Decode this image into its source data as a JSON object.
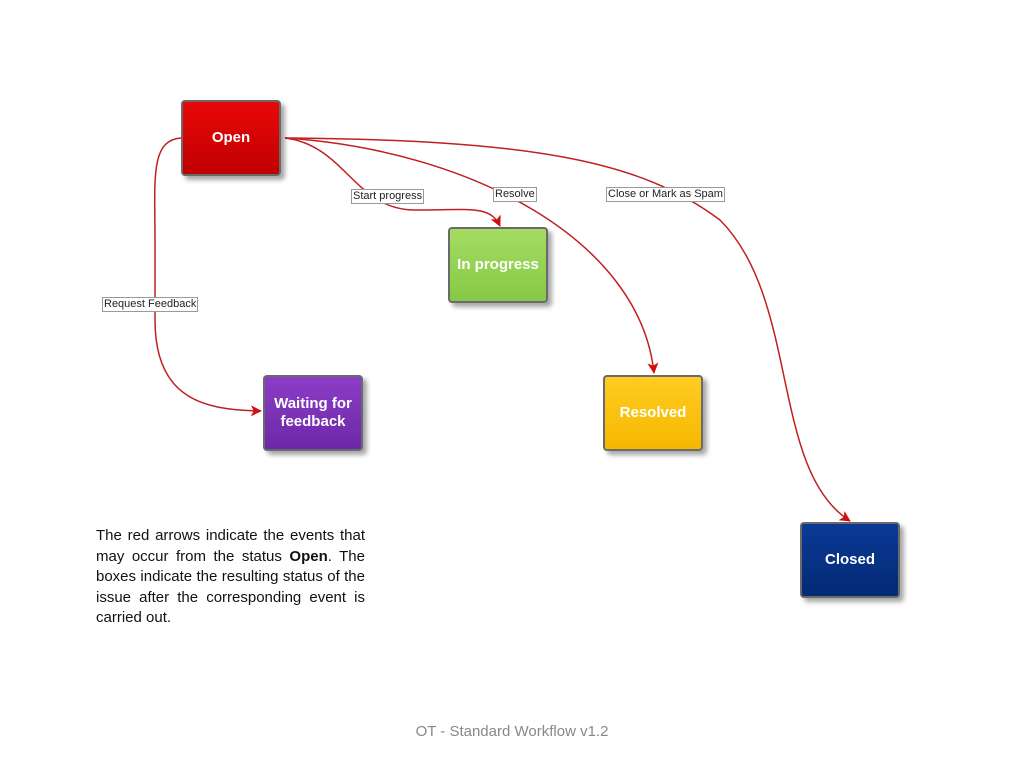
{
  "diagram": {
    "nodes": {
      "open": "Open",
      "in_progress": "In progress",
      "waiting": "Waiting for feedback",
      "resolved": "Resolved",
      "closed": "Closed"
    },
    "edges": {
      "start_progress": "Start progress",
      "resolve": "Resolve",
      "close_or_spam": "Close or Mark as Spam",
      "request_feedback": "Request Feedback"
    }
  },
  "note": {
    "part1": "The red arrows indicate the events that may occur from the status ",
    "bold": "Open",
    "part2": ". The boxes indicate the resulting status of the issue after the corresponding event is carried out."
  },
  "footer": "OT - Standard Workflow v1.2",
  "colors": {
    "arrow": "#c02020",
    "open": "#d40000",
    "in_progress": "#92d050",
    "waiting": "#7030a0",
    "resolved": "#ffc000",
    "closed": "#002060"
  }
}
